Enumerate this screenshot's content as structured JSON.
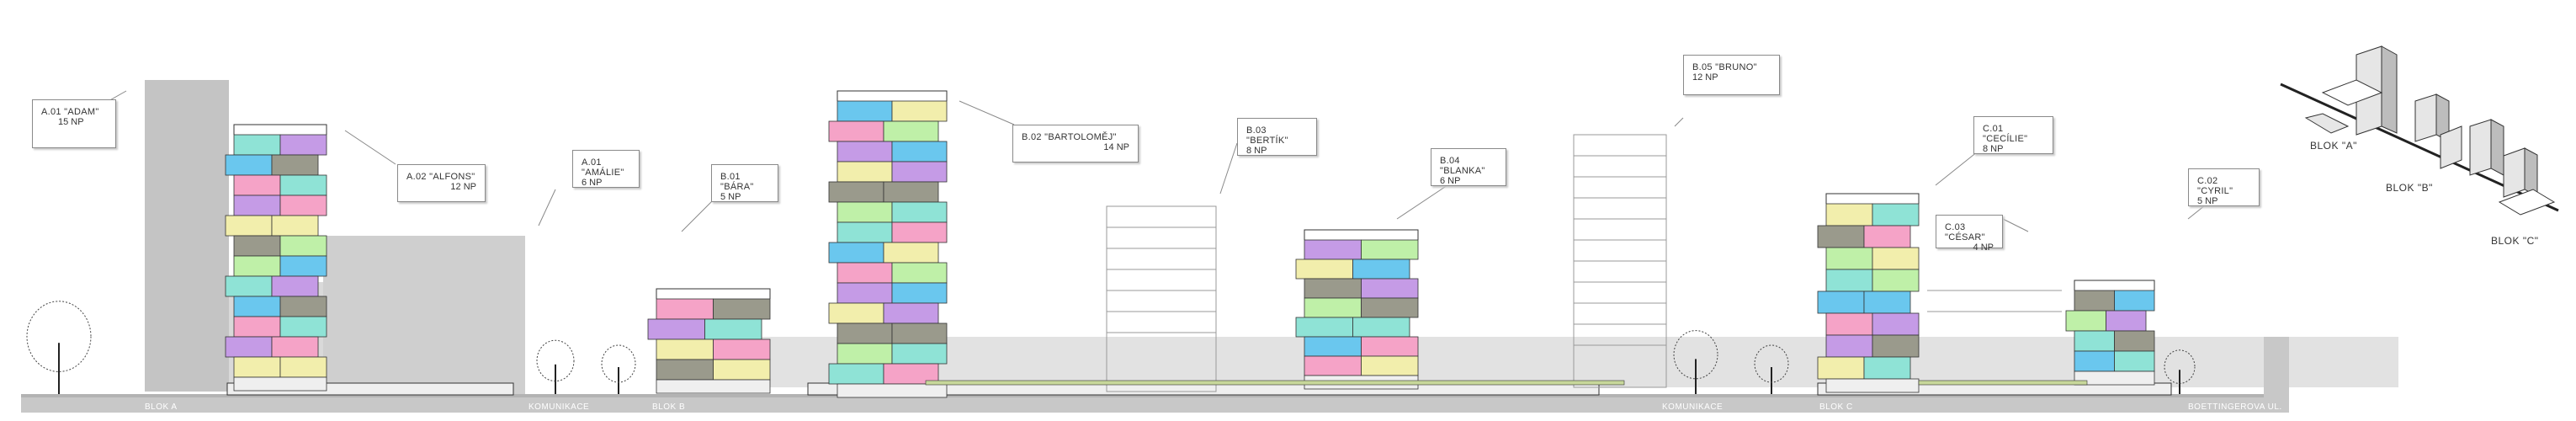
{
  "callouts": [
    {
      "code": "A.01 \"ADAM\"",
      "floors": "15 NP"
    },
    {
      "code": "A.02 \"ALFONS\"",
      "floors": "12 NP"
    },
    {
      "code": "A.01 \"AMÁLIE\"",
      "floors": "6 NP"
    },
    {
      "code": "B.01 \"BÁRA\"",
      "floors": "5 NP"
    },
    {
      "code": "B.02 \"BARTOLOMĚJ\"",
      "floors": "14 NP"
    },
    {
      "code": "B.03 \"BERTÍK\"",
      "floors": "8 NP"
    },
    {
      "code": "B.04 \"BLANKA\"",
      "floors": "6 NP"
    },
    {
      "code": "B.05 \"BRUNO\"",
      "floors": "12 NP"
    },
    {
      "code": "C.01 \"CECÍLIE\"",
      "floors": "8 NP"
    },
    {
      "code": "C.03 \"CÉSAR\"",
      "floors": "4 NP"
    },
    {
      "code": "C.02 \"CYRIL\"",
      "floors": "5 NP"
    }
  ],
  "ground_labels": {
    "blok_a": "BLOK A",
    "komunikace_1": "KOMUNIKACE",
    "blok_b": "BLOK B",
    "komunikace_2": "KOMUNIKACE",
    "blok_c": "BLOK C",
    "street": "BOETTINGEROVA UL."
  },
  "isometric_labels": {
    "blok_a": "BLOK \"A\"",
    "blok_b": "BLOK \"B\"",
    "blok_c": "BLOK \"C\""
  },
  "colors": {
    "ground": "#c8c8c8",
    "massing": "#d9d9d9",
    "tower_grey": "#bdbdbd",
    "roof_green": "#c7d79a",
    "unit_palette": [
      "#8fe3d6",
      "#6ac7ee",
      "#f5a3c7",
      "#c59be6",
      "#f2eeac",
      "#9a9a8c",
      "#bff0a8"
    ]
  }
}
